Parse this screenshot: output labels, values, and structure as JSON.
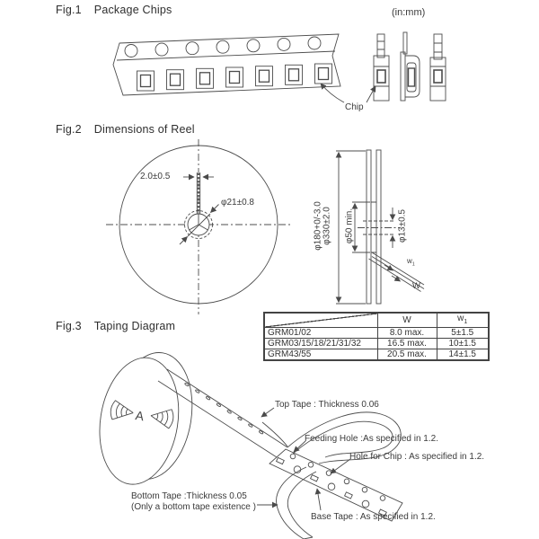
{
  "page": {
    "units": "(in:mm)"
  },
  "fig1": {
    "no": "Fig.1",
    "name": "Package Chips",
    "chip": "Chip"
  },
  "fig2": {
    "no": "Fig.2",
    "name": "Dimensions of Reel",
    "slot_width": "2.0±0.5",
    "hub_dia": "φ21±0.8",
    "dia180": "φ180+0/-3.0",
    "dia330": "φ330±2.0",
    "dia50": "φ50 min.",
    "dia13": "φ13±0.5",
    "w1_base": "w",
    "w1_sub": "1",
    "w": "W"
  },
  "table": {
    "header_w": "W",
    "header_w1_base": "w",
    "header_w1_sub": "1",
    "rows": [
      {
        "series": "GRM01/02",
        "w": "8.0 max.",
        "w1": "5±1.5"
      },
      {
        "series": "GRM03/15/18/21/31/32",
        "w": "16.5 max.",
        "w1": "10±1.5"
      },
      {
        "series": "GRM43/55",
        "w": "20.5 max.",
        "w1": "14±1.5"
      }
    ]
  },
  "fig3": {
    "no": "Fig.3",
    "name": "Taping Diagram",
    "reel_letter": "A",
    "top_tape": "Top Tape : Thickness 0.06",
    "feeding_hole": "Feeding Hole :As specified in 1.2.",
    "hole_for_chip": "Hole for Chip : As specified in 1.2.",
    "bottom_tape_line1": "Bottom Tape :Thickness 0.05",
    "bottom_tape_line2": "(Only a bottom tape existence )",
    "base_tape": "Base Tape : As specified in 1.2."
  }
}
